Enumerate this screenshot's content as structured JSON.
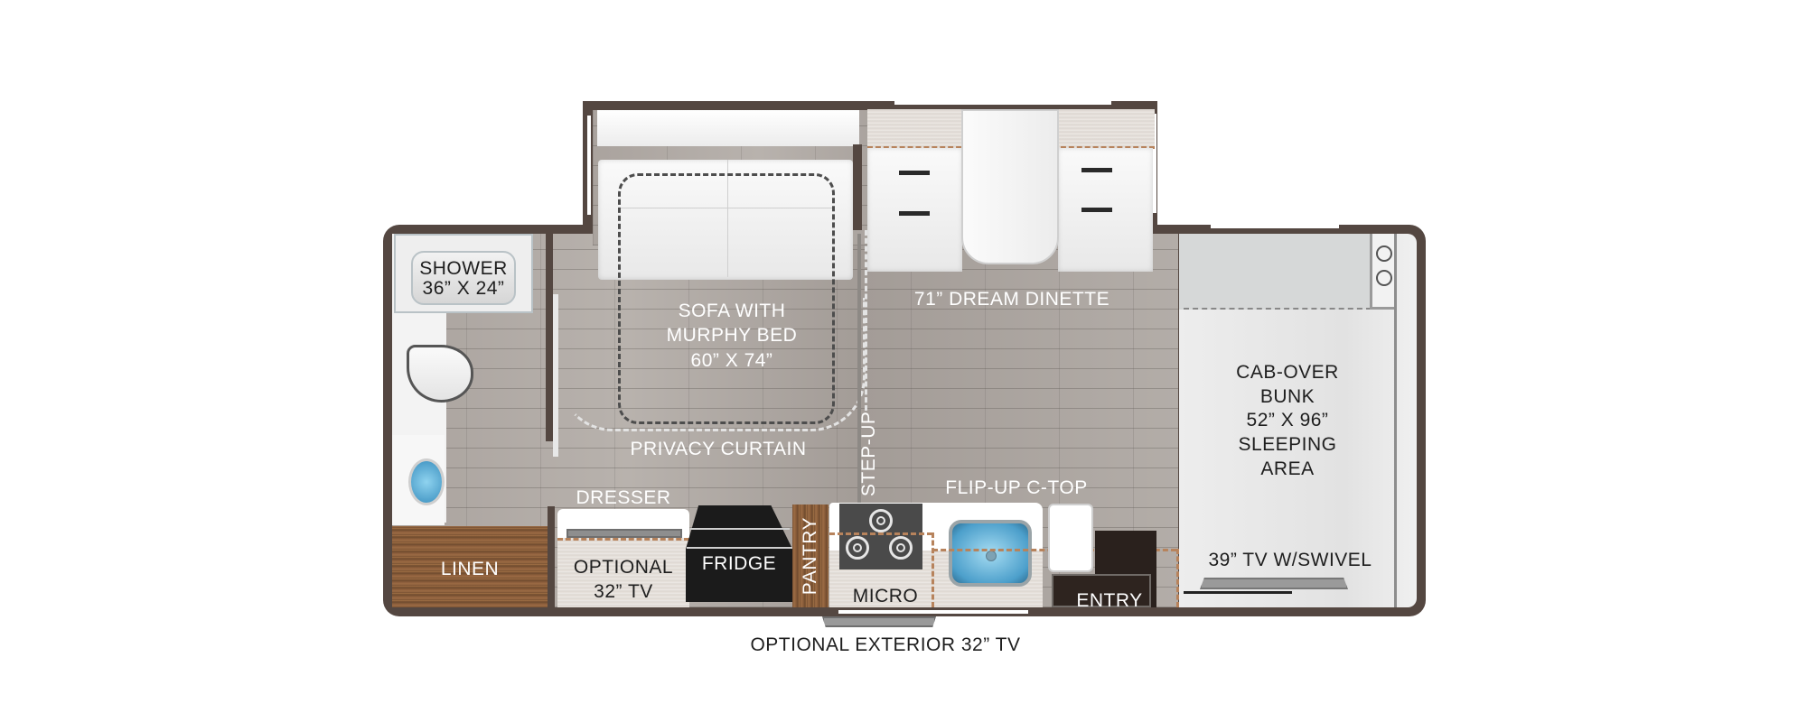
{
  "floorplan": {
    "labels": {
      "shower": "SHOWER\n36” X 24”",
      "shower_line1": "SHOWER",
      "shower_line2": "36” X 24”",
      "sofa_line1": "SOFA WITH",
      "sofa_line2": "MURPHY BED",
      "sofa_line3": "60” X 74”",
      "dinette": "71” DREAM DINETTE",
      "privacy_curtain": "PRIVACY CURTAIN",
      "step_up": "STEP-UP",
      "dresser": "DRESSER",
      "linen": "LINEN",
      "optional_tv_line1": "OPTIONAL",
      "optional_tv_line2": "32” TV",
      "fridge": "FRIDGE",
      "pantry": "PANTRY",
      "micro": "MICRO",
      "flip_up": "FLIP-UP C-TOP",
      "entry": "ENTRY",
      "cabover_line1": "CAB-OVER",
      "cabover_line2": "BUNK",
      "cabover_line3": "52” X 96”",
      "cabover_line4": "SLEEPING",
      "cabover_line5": "AREA",
      "tv_swivel": "39” TV W/SWIVEL",
      "exterior_tv": "OPTIONAL EXTERIOR 32” TV"
    },
    "colors": {
      "wall": "#544741",
      "floor": "#a9a29d",
      "wood": "#8a5d3a",
      "accent_dash": "#b7835c",
      "sink_blue": "#5fb3d9"
    }
  }
}
